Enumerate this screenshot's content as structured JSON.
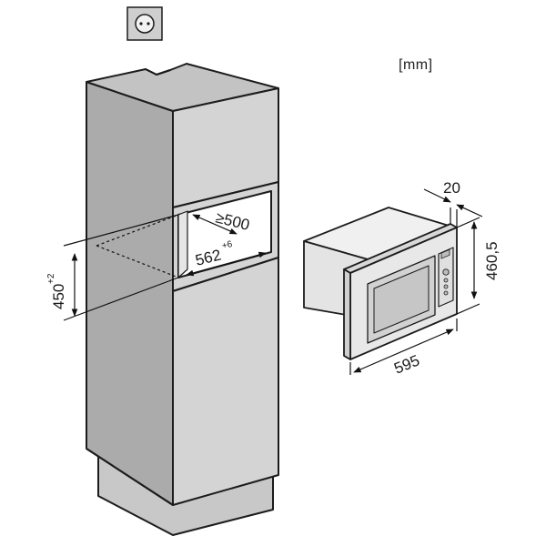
{
  "units_label": "[mm]",
  "dimensions": {
    "niche_depth": "≥500",
    "niche_width": "562",
    "niche_width_tol": "+6",
    "niche_height": "450",
    "niche_height_tol": "+2",
    "frame_width": "595",
    "frame_height": "460,5",
    "frame_depth": "20"
  },
  "icons": {
    "socket": "power-socket-icon"
  },
  "colors": {
    "cabinet_front": "#d4d4d4",
    "cabinet_side": "#a9a9a9",
    "cabinet_top": "#c2c2c2",
    "outline": "#1c1c1c",
    "oven_body": "#e9e9e9"
  }
}
